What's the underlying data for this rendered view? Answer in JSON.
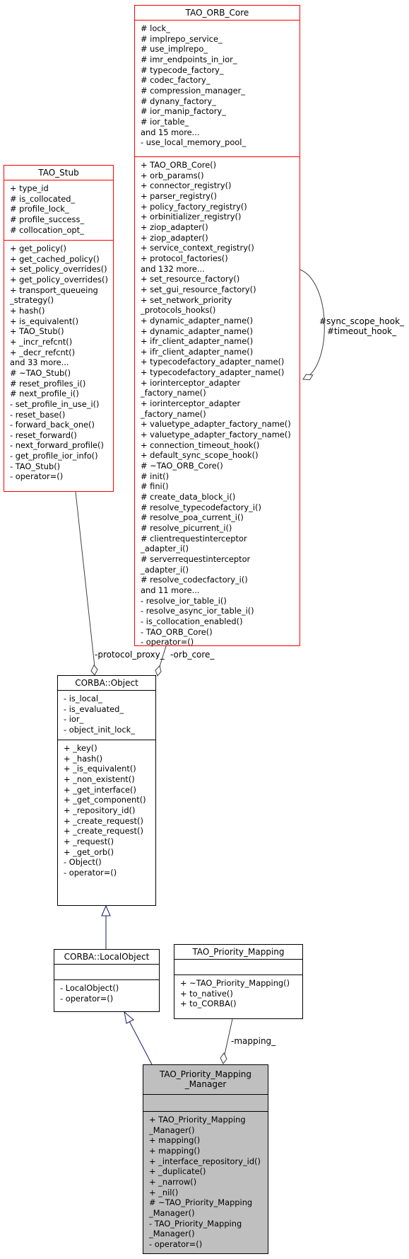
{
  "classes": {
    "orb_core": {
      "title": "TAO_ORB_Core",
      "attributes": "# lock_\n# implrepo_service_\n# use_implrepo_\n# imr_endpoints_in_ior_\n# typecode_factory_\n# codec_factory_\n# compression_manager_\n# dynany_factory_\n# ior_manip_factory_\n# ior_table_\nand 15 more...\n- use_local_memory_pool_",
      "methods": "+ TAO_ORB_Core()\n+ orb_params()\n+ connector_registry()\n+ parser_registry()\n+ policy_factory_registry()\n+ orbinitializer_registry()\n+ ziop_adapter()\n+ ziop_adapter()\n+ service_context_registry()\n+ protocol_factories()\nand 132 more...\n+ set_resource_factory()\n+ set_gui_resource_factory()\n+ set_network_priority\n_protocols_hooks()\n+ dynamic_adapter_name()\n+ dynamic_adapter_name()\n+ ifr_client_adapter_name()\n+ ifr_client_adapter_name()\n+ typecodefactory_adapter_name()\n+ typecodefactory_adapter_name()\n+ iorinterceptor_adapter\n_factory_name()\n+ iorinterceptor_adapter\n_factory_name()\n+ valuetype_adapter_factory_name()\n+ valuetype_adapter_factory_name()\n+ connection_timeout_hook()\n+ default_sync_scope_hook()\n# ~TAO_ORB_Core()\n# init()\n# fini()\n# create_data_block_i()\n# resolve_typecodefactory_i()\n# resolve_poa_current_i()\n# resolve_picurrent_i()\n# clientrequestinterceptor\n_adapter_i()\n# serverrequestinterceptor\n_adapter_i()\n# resolve_codecfactory_i()\nand 11 more...\n- resolve_ior_table_i()\n- resolve_async_ior_table_i()\n- is_collocation_enabled()\n- TAO_ORB_Core()\n- operator=()"
    },
    "tao_stub": {
      "title": "TAO_Stub",
      "attributes": "+ type_id\n# is_collocated_\n# profile_lock_\n# profile_success_\n# collocation_opt_",
      "methods": "+ get_policy()\n+ get_cached_policy()\n+ set_policy_overrides()\n+ get_policy_overrides()\n+ transport_queueing\n_strategy()\n+ hash()\n+ is_equivalent()\n+ TAO_Stub()\n+ _incr_refcnt()\n+ _decr_refcnt()\nand 33 more...\n# ~TAO_Stub()\n# reset_profiles_i()\n# next_profile_i()\n- set_profile_in_use_i()\n- reset_base()\n- forward_back_one()\n- reset_forward()\n- next_forward_profile()\n- get_profile_ior_info()\n- TAO_Stub()\n- operator=()"
    },
    "corba_object": {
      "title": "CORBA::Object",
      "attributes": "- is_local_\n- is_evaluated_\n- ior_\n- object_init_lock_",
      "methods": "+ _key()\n+ _hash()\n+ _is_equivalent()\n+ _non_existent()\n+ _get_interface()\n+ _get_component()\n+ _repository_id()\n+ _create_request()\n+ _create_request()\n+ _request()\n+ _get_orb()\n- Object()\n- operator=()"
    },
    "local_object": {
      "title": "CORBA::LocalObject",
      "attributes": "",
      "methods": "- LocalObject()\n- operator=()"
    },
    "priority_mapping": {
      "title": "TAO_Priority_Mapping",
      "attributes": "",
      "methods": "+ ~TAO_Priority_Mapping()\n+ to_native()\n+ to_CORBA()"
    },
    "mapping_manager": {
      "title": "TAO_Priority_Mapping\n_Manager",
      "attributes": "",
      "methods": "+ TAO_Priority_Mapping\n_Manager()\n+ mapping()\n+ mapping()\n+ _interface_repository_id()\n+ _duplicate()\n+ _narrow()\n+ _nil()\n# ~TAO_Priority_Mapping\n_Manager()\n- TAO_Priority_Mapping\n_Manager()\n- operator=()"
    }
  },
  "edge_labels": {
    "sync_scope": "#sync_scope_hook_\n#timeout_hook_",
    "protocol_proxy": "-protocol_proxy_",
    "orb_core": "-orb_core_",
    "mapping": "-mapping_"
  },
  "colors": {
    "stub_border": "#ff0000",
    "orb_core_border": "#ff0000",
    "inheritance_edge": "#191970",
    "usage_edge": "#404040",
    "focus_fill": "#bfbfbf"
  }
}
